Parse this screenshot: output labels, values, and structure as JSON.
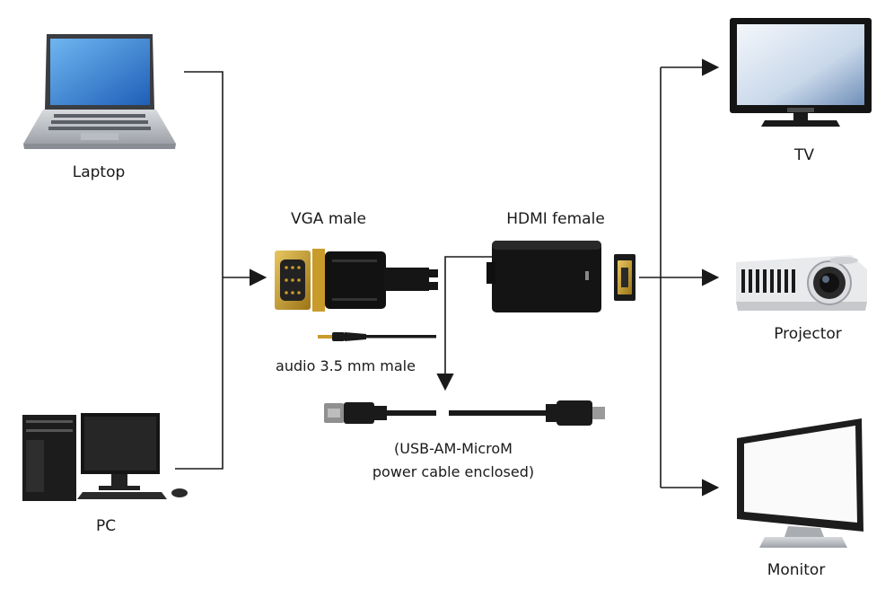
{
  "labels": {
    "laptop": "Laptop",
    "pc": "PC",
    "tv": "TV",
    "projector": "Projector",
    "monitor": "Monitor",
    "vga_male": "VGA male",
    "hdmi_female": "HDMI female",
    "audio": "audio 3.5 mm male",
    "usb_line1": "(USB-AM-MicroM",
    "usb_line2": "power cable enclosed)"
  },
  "icons": {
    "laptop": "laptop-icon",
    "pc": "desktop-pc-icon",
    "tv": "tv-icon",
    "projector": "projector-icon",
    "monitor": "monitor-icon",
    "vga": "vga-connector-icon",
    "adapter": "hdmi-adapter-icon",
    "audio": "audio-plug-icon",
    "usb": "usb-cable-icon"
  },
  "colors": {
    "line": "#1a1a1a",
    "gold": "#c89b2a",
    "screen_blue": "#2f7fd6",
    "device_dark": "#141414"
  }
}
